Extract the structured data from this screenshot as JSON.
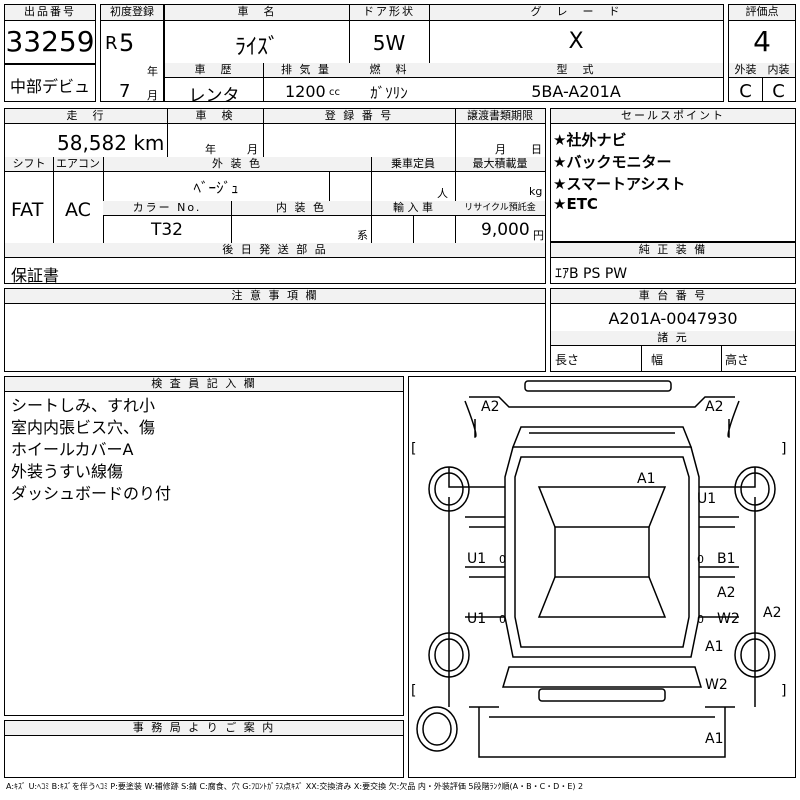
{
  "header": {
    "lot_label": "出品番号",
    "lot_number": "33259",
    "venue": "中部デビュ",
    "first_reg_label": "初度登録",
    "era": "R",
    "year_num": "5",
    "year_unit": "年",
    "month_num": "7",
    "month_unit": "月",
    "car_name_label": "車　名",
    "car_name": "ﾗｲｽﾞ",
    "door_label": "ドア形状",
    "door": "5W",
    "grade_label": "グ　レ　ー　ド",
    "grade": "X",
    "score_label": "評価点",
    "score": "4",
    "history_label": "車　歴",
    "history": "レンタ",
    "displacement_label": "排 気 量",
    "displacement": "1200",
    "displacement_unit": "cc",
    "fuel_label": "燃　料",
    "fuel": "ｶﾞｿﾘﾝ",
    "model_label": "型　式",
    "model": "5BA-A201A",
    "exterior_label": "外装",
    "exterior": "C",
    "interior_label": "内装",
    "interior": "C"
  },
  "details": {
    "mileage_label": "走　行",
    "mileage": "58,582 km",
    "inspection_label": "車　検",
    "inspection_year": "年",
    "inspection_month": "月",
    "reg_no_label": "登 録 番 号",
    "transfer_label": "譲渡書類期限",
    "transfer_month": "月",
    "transfer_day": "日",
    "shift_label": "シフト",
    "shift": "FAT",
    "ac_label": "エアコン",
    "ac": "AC",
    "ext_color_label": "外 装 色",
    "ext_color": "ﾍﾞｰｼﾞｭ",
    "capacity_label": "乗車定員",
    "capacity_unit": "人",
    "load_label": "最大積載量",
    "load_unit": "kg",
    "color_no_label": "カラー No.",
    "color_no": "T32",
    "int_color_label": "内 装 色",
    "int_color_unit": "系",
    "import_label": "輸 入 車",
    "recycle_label": "リサイクル預託金",
    "recycle": "9,000",
    "recycle_unit": "円",
    "later_parts_label": "後 日 発 送 部 品",
    "later_parts": "保証書"
  },
  "sales_points": {
    "label": "セールスポイント",
    "items": [
      "★社外ナビ",
      "★バックモニター",
      "★スマートアシスト",
      "★ETC"
    ]
  },
  "equipment": {
    "label": "純 正 装 備",
    "value": "ｴｱB PS PW"
  },
  "notes": {
    "label": "注 意 事 項 欄"
  },
  "chassis": {
    "label": "車 台 番 号",
    "value": "A201A-0047930",
    "specs_label": "諸 元",
    "length_label": "長さ",
    "width_label": "幅",
    "height_label": "高さ"
  },
  "inspector": {
    "label": "検 査 員 記 入 欄",
    "lines": [
      "シートしみ、すれ小",
      "室内内張ビス穴、傷",
      "ホイールカバーA",
      "外装うすい線傷",
      "ダッシュボードのり付"
    ]
  },
  "office": {
    "label": "事 務 局 よ り ご 案 内"
  },
  "diagram_marks": {
    "m1": "A2",
    "m2": "A2",
    "m3": "A1",
    "m4": "U1",
    "m5": "U1",
    "m6": "0",
    "m7": "0",
    "m8": "B1",
    "m9": "A2",
    "m10": "U1",
    "m11": "0",
    "m12": "0",
    "m13": "W2",
    "m14": "A2",
    "m15": "A1",
    "m16": "W2",
    "m17": "A1",
    "bl": "[",
    "br": "]"
  },
  "legend": "A:ｷｽﾞ U:ﾍｺﾐ B:ｷｽﾞを伴うﾍｺﾐ P:要塗装 W:補修跡 S:錆 C:腐食、穴 G:ﾌﾛﾝﾄｶﾞﾗｽ点ｷｽﾞ XX:交換済み X:要交換 欠:欠品 内・外装評価 5段階ﾗﾝｸ順(A・B・C・D・E) 2"
}
